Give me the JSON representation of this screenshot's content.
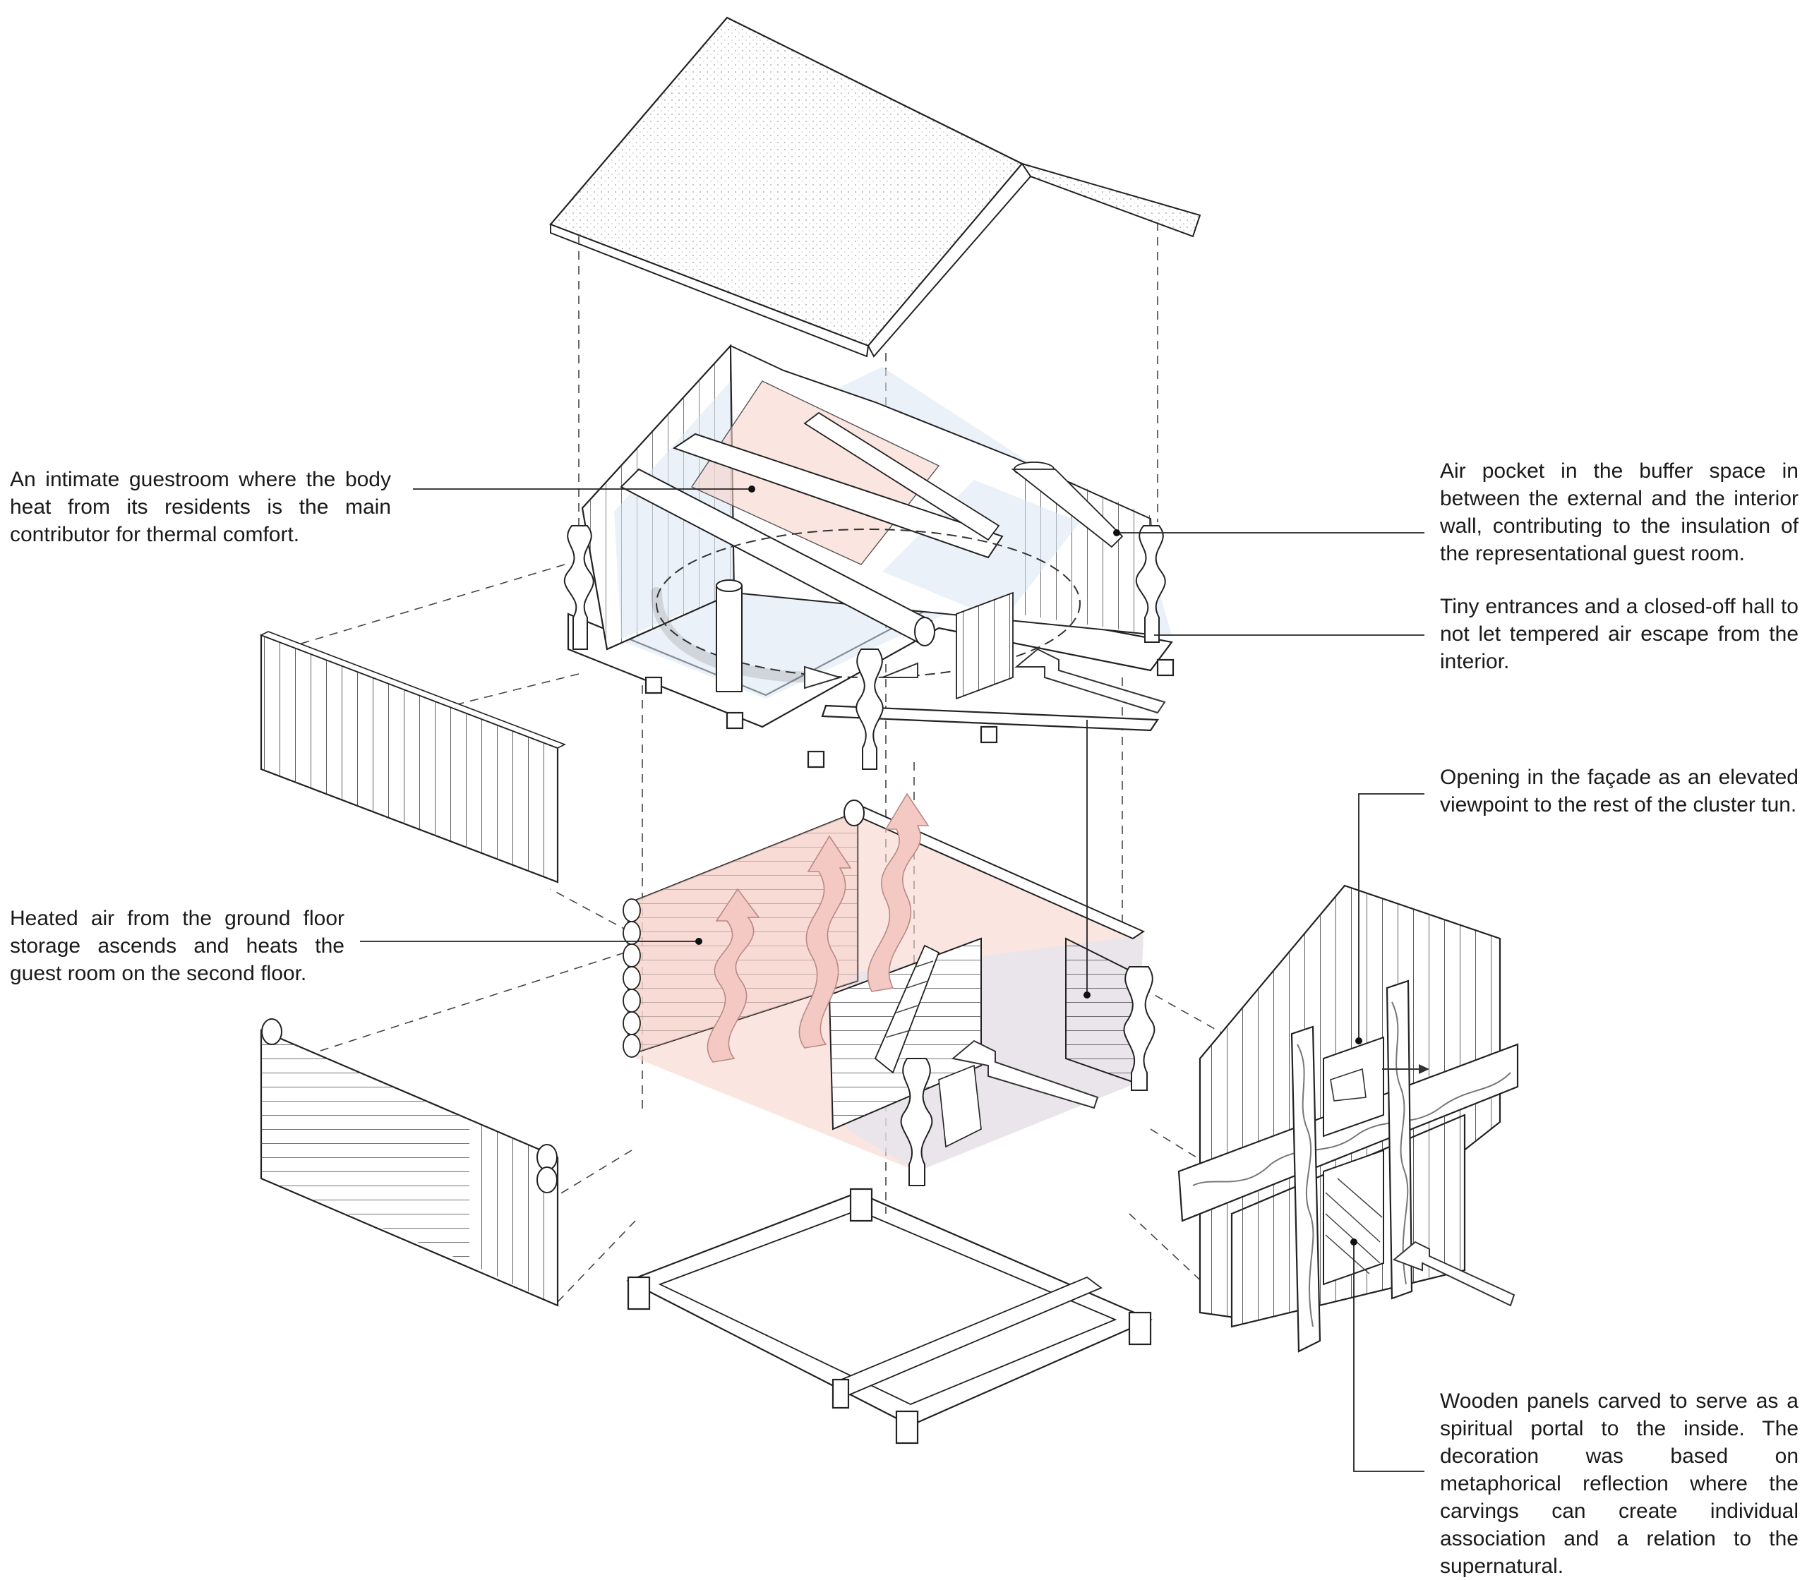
{
  "annotations": {
    "guestroom": "An intimate guestroom where the body heat from its residents is the main contributor for thermal comfort.",
    "air_pocket": "Air pocket in the buffer space in between the external and the interior wall, contributing to the insulation of the representational guest room.",
    "entrances": "Tiny entrances and a closed-off hall to not let tempered air escape from the interior.",
    "opening": "Opening in the façade as an elevated viewpoint to the rest of the cluster tun.",
    "heated_air": "Heated air from the ground floor storage ascends and heats the guest room on the second floor.",
    "wooden_panels": "Wooden panels carved to serve as a spiritual portal to the inside. The decoration was based on metaphorical reflection where the carvings can create individual association and a relation to the supernatural."
  },
  "colors": {
    "interior_tint": "#dbe6f2",
    "heat_tint": "#f6d3cc",
    "line": "#222222"
  }
}
